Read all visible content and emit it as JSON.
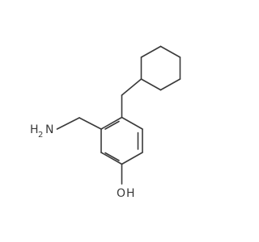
{
  "molecule": {
    "atom_labels": {
      "amine_n": "N",
      "amine_h2": "H2",
      "amine_h": "H",
      "amine_sub2": "2",
      "hydroxyl_o": "O",
      "hydroxyl_h": "H"
    }
  }
}
